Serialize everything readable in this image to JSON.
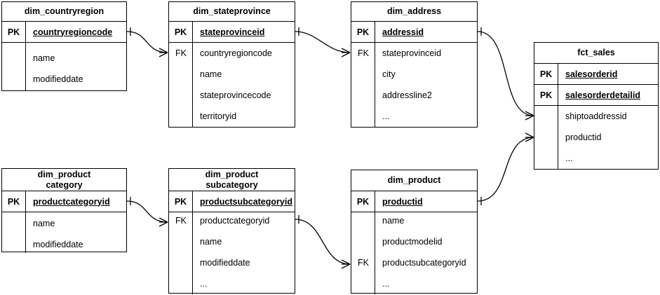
{
  "diagram": {
    "title": "star schema entity relationship diagram",
    "background": "#ffffff",
    "line_color": "#000000",
    "notation": "crow's foot"
  },
  "labels": {
    "pk": "PK",
    "fk": "FK",
    "ellipsis": "..."
  },
  "entities": {
    "countryregion": {
      "name": "dim_countryregion",
      "pk_tag": "PK",
      "pk_field": "countryregioncode",
      "fields": [
        "name",
        "modifieddate"
      ]
    },
    "stateprovince": {
      "name": "dim_stateprovince",
      "pk_tag": "PK",
      "pk_field": "stateprovinceid",
      "fk_tag": "FK",
      "fields": [
        "countryregioncode",
        "name",
        "stateprovincecode",
        "territoryid"
      ]
    },
    "address": {
      "name": "dim_address",
      "pk_tag": "PK",
      "pk_field": "addressid",
      "fk_tag": "FK",
      "fields": [
        "stateprovinceid",
        "city",
        "addressline2",
        "..."
      ]
    },
    "fct_sales": {
      "name": "fct_sales",
      "pk_tag_1": "PK",
      "pk_field_1": "salesorderid",
      "pk_tag_2": "PK",
      "pk_field_2": "salesorderdetailid",
      "fields": [
        "shiptoaddressid",
        "productid",
        "..."
      ]
    },
    "productcategory": {
      "name": "dim_product\ncategory",
      "pk_tag": "PK",
      "pk_field": "productcategoryid",
      "fields": [
        "name",
        "modifieddate"
      ]
    },
    "productsubcategory": {
      "name": "dim_product\nsubcategory",
      "pk_tag": "PK",
      "pk_field": "productsubcategoryid",
      "fk_tag": "FK",
      "fields": [
        "productcategoryid",
        "name",
        "modifieddate",
        "..."
      ]
    },
    "product": {
      "name": "dim_product",
      "pk_tag": "PK",
      "pk_field": "productid",
      "fk_tag": "FK",
      "fields": [
        "name",
        "productmodelid",
        "productsubcategoryid",
        "..."
      ]
    }
  },
  "relationships": [
    {
      "id": "countryregion-stateprovince",
      "from": "dim_countryregion.countryregioncode",
      "to": "dim_stateprovince.countryregioncode",
      "cardinality": "one-to-many"
    },
    {
      "id": "stateprovince-address",
      "from": "dim_stateprovince.stateprovinceid",
      "to": "dim_address.stateprovinceid",
      "cardinality": "one-to-many"
    },
    {
      "id": "address-fctsales",
      "from": "dim_address.addressid",
      "to": "fct_sales.shiptoaddressid",
      "cardinality": "one-to-many"
    },
    {
      "id": "product-fctsales",
      "from": "dim_product.productid",
      "to": "fct_sales.productid",
      "cardinality": "one-to-many"
    },
    {
      "id": "productcategory-productsubcategory",
      "from": "dim_productcategory.productcategoryid",
      "to": "dim_productsubcategory.productcategoryid",
      "cardinality": "one-to-many"
    },
    {
      "id": "productsubcategory-product",
      "from": "dim_productsubcategory.productsubcategoryid",
      "to": "dim_product.productsubcategoryid",
      "cardinality": "one-to-many"
    }
  ]
}
